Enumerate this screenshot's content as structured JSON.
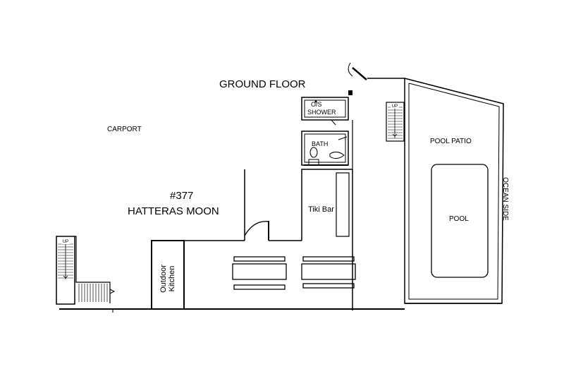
{
  "title": "GROUND FLOOR",
  "property": {
    "number": "#377",
    "name": "HATTERAS MOON"
  },
  "rooms": {
    "carport": "CARPORT",
    "os_shower_line1": "O/S",
    "os_shower_line2": "SHOWER",
    "bath": "BATH",
    "tiki_bar": "Tiki Bar",
    "outdoor_kitchen_line1": "Outdoor",
    "outdoor_kitchen_line2": "Kitchen",
    "pool_patio": "POOL PATIO",
    "pool": "POOL",
    "ocean_side": "OCEAN SIDE"
  },
  "stairs": {
    "up_label": "UP"
  }
}
